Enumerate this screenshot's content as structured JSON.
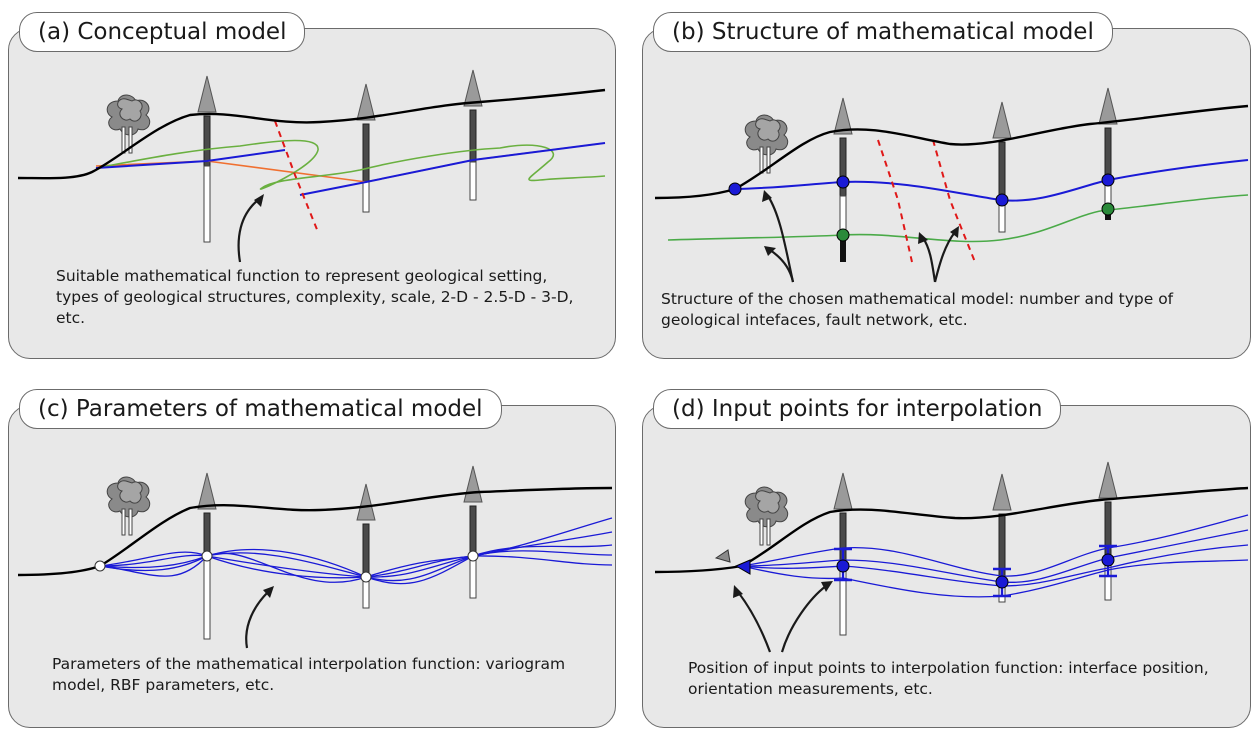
{
  "panels": {
    "a": {
      "title": "(a) Conceptual model",
      "caption": "Suitable mathematical function to represent geological setting, types of geological structures, complexity, scale, 2-D - 2.5-D - 3-D, etc."
    },
    "b": {
      "title": "(b) Structure of mathematical model",
      "caption": "Structure of the chosen mathematical model: number and type of geological intefaces, fault network, etc."
    },
    "c": {
      "title": "(c) Parameters of mathematical model",
      "caption": "Parameters of the mathematical interpolation function: variogram model, RBF parameters, etc."
    },
    "d": {
      "title": "(d) Input points for interpolation",
      "caption": "Position of input points to interpolation function: interface position, orientation measurements, etc."
    }
  },
  "colors": {
    "panel_bg": "#e8e8e8",
    "surface": "#000000",
    "interface_blue": "#1a1ad6",
    "layer_green": "#5aaa3c",
    "interface_orange": "#f07030",
    "fault_red": "#e01818",
    "marker_green": "#2a8a3a",
    "derrick_gray": "#9a9a9a"
  }
}
